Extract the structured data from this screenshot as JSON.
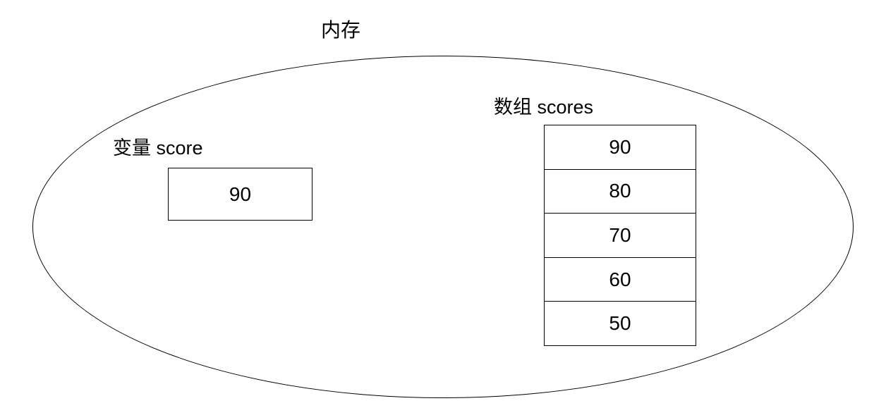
{
  "diagram": {
    "title": "内存",
    "variable": {
      "label": "变量 score",
      "value": "90"
    },
    "array": {
      "label": "数组 scores",
      "cells": [
        "90",
        "80",
        "70",
        "60",
        "50"
      ]
    }
  }
}
